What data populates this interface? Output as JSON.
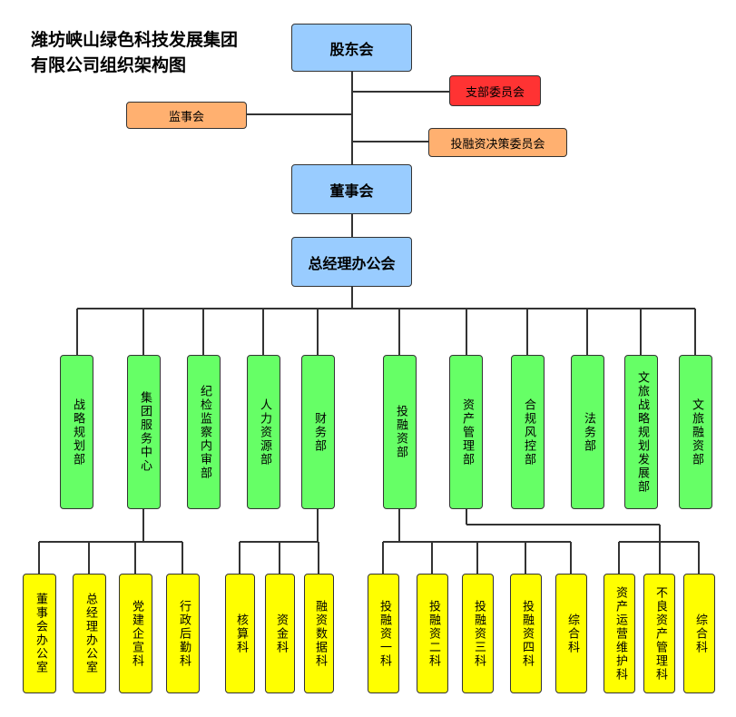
{
  "title": {
    "line1": "潍坊峡山绿色科技发展集团",
    "line2": "有限公司组织架构图"
  },
  "top": {
    "shareholders": "股东会",
    "party_committee": "支部委员会",
    "supervisory_board": "监事会",
    "investment_committee": "投融资决策委员会",
    "board": "董事会",
    "gm_office": "总经理办公会"
  },
  "departments": [
    {
      "id": "d1",
      "label": "战略规划部"
    },
    {
      "id": "d2",
      "label": "集团服务中心"
    },
    {
      "id": "d3",
      "label": "纪检监察内审部"
    },
    {
      "id": "d4",
      "label": "人力资源部"
    },
    {
      "id": "d5",
      "label": "财务部"
    },
    {
      "id": "d6",
      "label": "投融资部"
    },
    {
      "id": "d7",
      "label": "资产管理部"
    },
    {
      "id": "d8",
      "label": "合规风控部"
    },
    {
      "id": "d9",
      "label": "法务部"
    },
    {
      "id": "d10",
      "label": "文旅战略规划发展部"
    },
    {
      "id": "d11",
      "label": "文旅融资部"
    }
  ],
  "sections": [
    {
      "id": "s1",
      "label": "董事会办公室",
      "parent": "d2"
    },
    {
      "id": "s2",
      "label": "总经理办公室",
      "parent": "d2"
    },
    {
      "id": "s3",
      "label": "党建企宣科",
      "parent": "d2"
    },
    {
      "id": "s4",
      "label": "行政后勤科",
      "parent": "d2"
    },
    {
      "id": "s5",
      "label": "核算科",
      "parent": "d5"
    },
    {
      "id": "s6",
      "label": "资金科",
      "parent": "d5"
    },
    {
      "id": "s7",
      "label": "融资数据科",
      "parent": "d5"
    },
    {
      "id": "s8",
      "label": "投融资一科",
      "parent": "d6"
    },
    {
      "id": "s9",
      "label": "投融资二科",
      "parent": "d6"
    },
    {
      "id": "s10",
      "label": "投融资三科",
      "parent": "d6"
    },
    {
      "id": "s11",
      "label": "投融资四科",
      "parent": "d6"
    },
    {
      "id": "s12",
      "label": "综合科",
      "parent": "d6"
    },
    {
      "id": "s13",
      "label": "资产运营维护科",
      "parent": "d7"
    },
    {
      "id": "s14",
      "label": "不良资产管理科",
      "parent": "d7"
    },
    {
      "id": "s15",
      "label": "综合科",
      "parent": "d7"
    }
  ],
  "colors": {
    "top_level": "#99ccff",
    "committee": "#ffb070",
    "party": "#ff3333",
    "department": "#66ff66",
    "section": "#ffff00",
    "line": "#333333"
  }
}
